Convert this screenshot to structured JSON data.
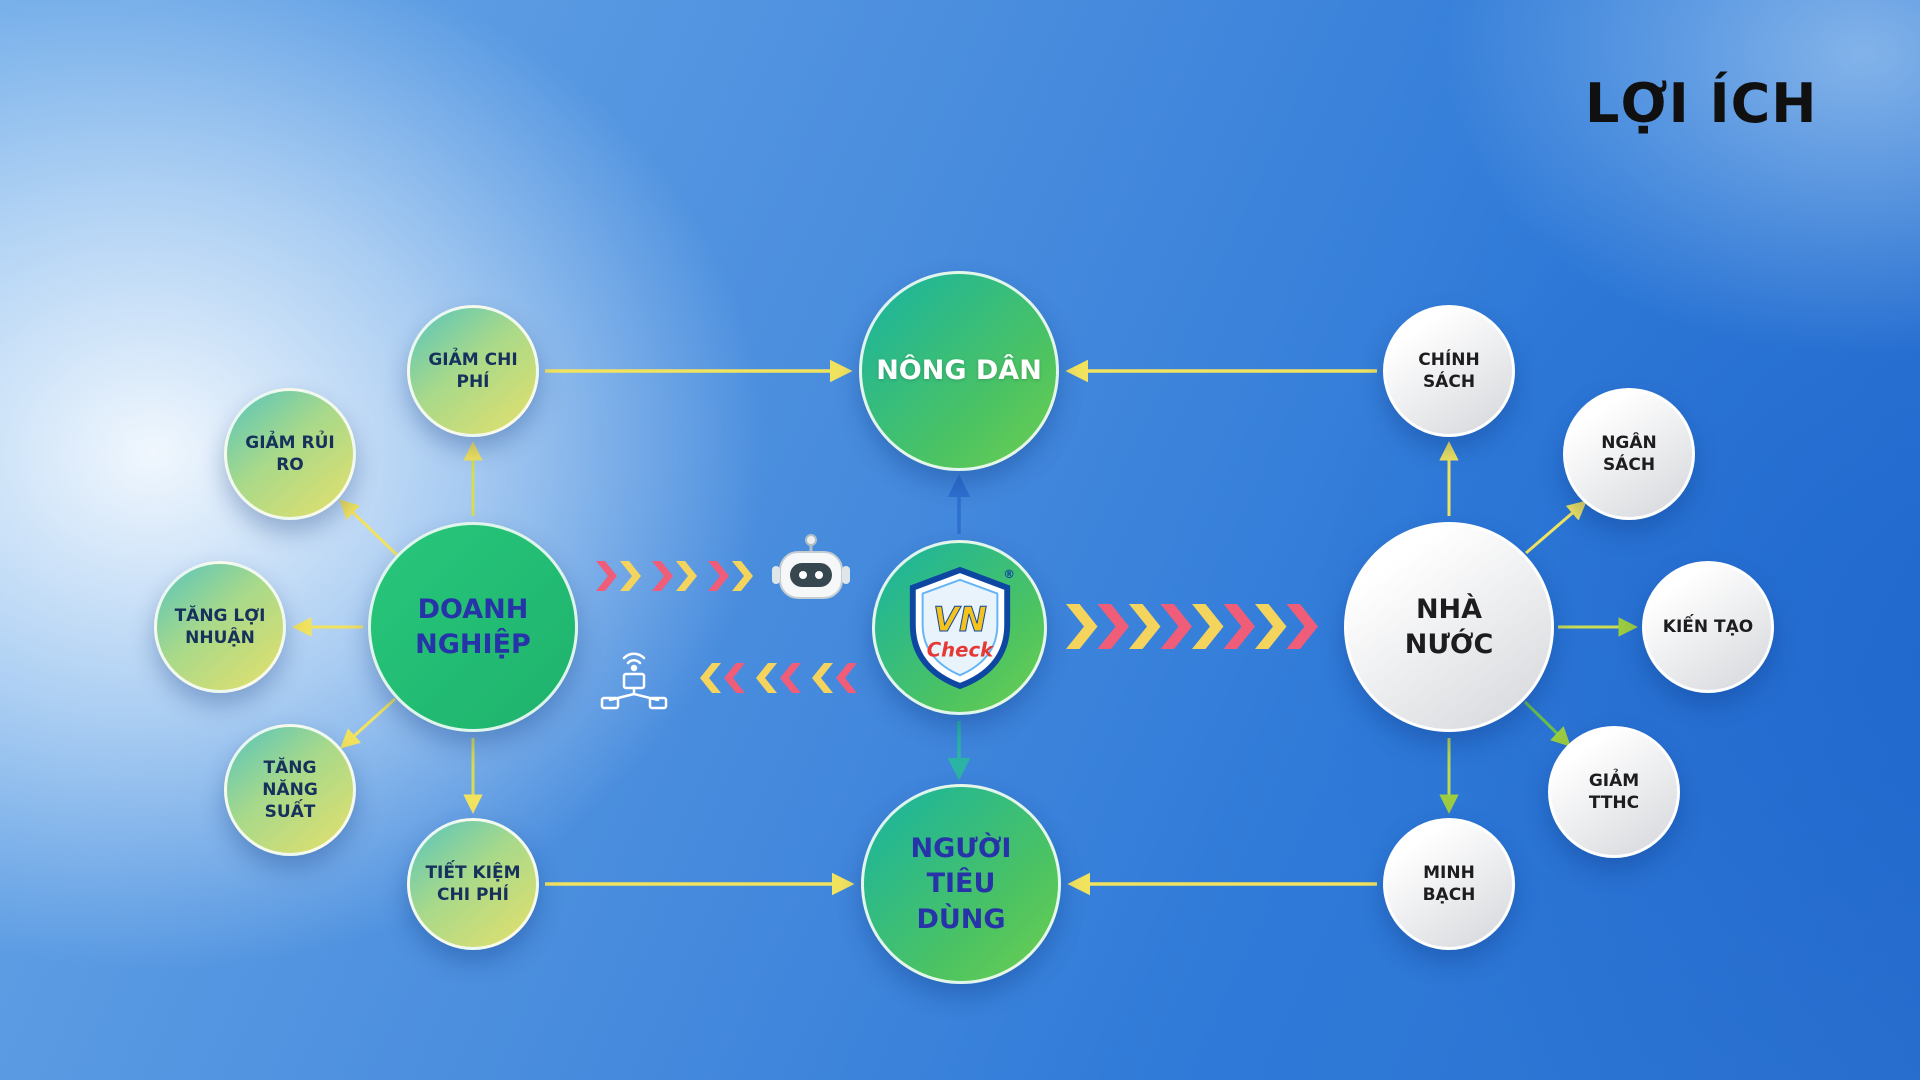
{
  "title": "LỢI ÍCH",
  "logo": {
    "top": "VN",
    "bottom": "Check",
    "reg": "®"
  },
  "nodes": {
    "giam_chi_phi": "GIẢM CHI PHÍ",
    "giam_rui_ro": "GIẢM RỦI RO",
    "tang_loi_nhuan": "TĂNG LỢI NHUẬN",
    "tang_nang_suat": "TĂNG NĂNG SUẤT",
    "tiet_kiem_chi_phi": "TIẾT KIỆM CHI PHÍ",
    "doanh_nghiep": "DOANH NGHIỆP",
    "nong_dan": "NÔNG DÂN",
    "nguoi_tieu_dung": "NGƯỜI TIÊU DÙNG",
    "nha_nuoc": "NHÀ NƯỚC",
    "chinh_sach": "CHÍNH SÁCH",
    "ngan_sach": "NGÂN SÁCH",
    "kien_tao": "KIẾN TẠO",
    "giam_tthc": "GIẢM TTHC",
    "minh_bach": "MINH BẠCH"
  },
  "colors": {
    "chevron_pink": "#ef5d79",
    "chevron_yellow": "#f5d45e",
    "arrow_yellow": "#f2e35f",
    "arrow_green": "#9ccc3f",
    "arrow_blue": "#2f6fd0",
    "arrow_teal": "#2bb3a3",
    "background_blue": "#2f7ad8",
    "node_green": "#27c77c",
    "shield_border": "#0d47a1",
    "logo_vn_yellow": "#f6c21c",
    "logo_check_red": "#e53935"
  }
}
